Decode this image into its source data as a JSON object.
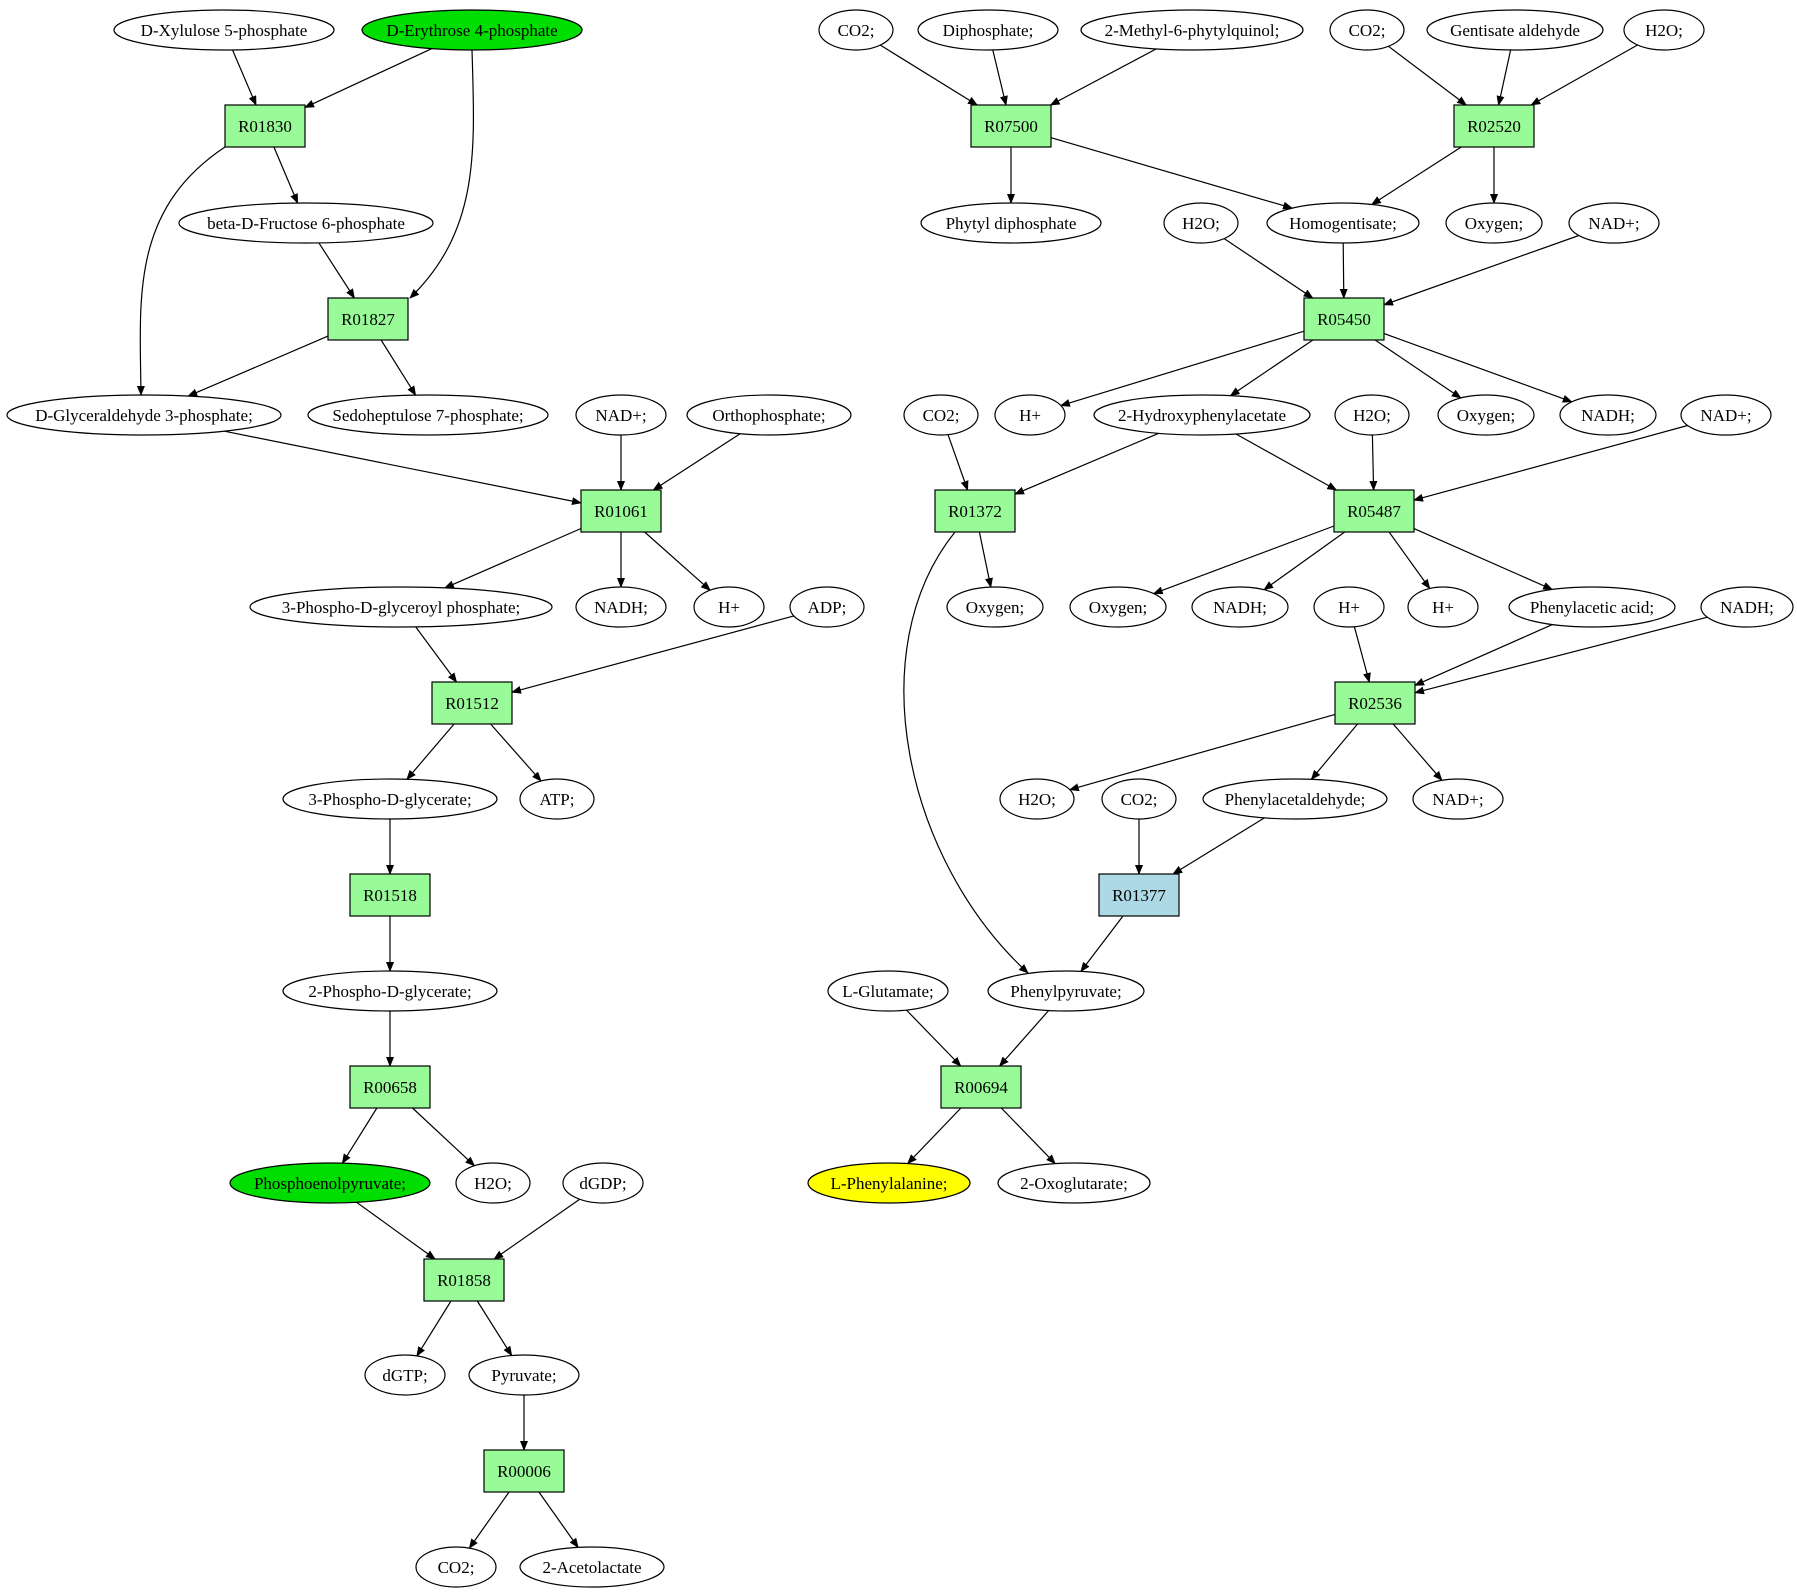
{
  "colors": {
    "reaction": "#98fb98",
    "reaction_alt": "#add8e6",
    "compound": "#ffffff",
    "highlight_green": "#00dd00",
    "highlight_yellow": "#ffff00"
  },
  "nodes": [
    {
      "id": "n1",
      "label": "D-Xylulose 5-phosphate",
      "kind": "compound"
    },
    {
      "id": "n2",
      "label": "D-Erythrose 4-phosphate",
      "kind": "compound",
      "color": "highlight_green"
    },
    {
      "id": "n3",
      "label": "R01830",
      "kind": "reaction"
    },
    {
      "id": "n4",
      "label": "beta-D-Fructose 6-phosphate",
      "kind": "compound"
    },
    {
      "id": "n5",
      "label": "R01827",
      "kind": "reaction"
    },
    {
      "id": "n6",
      "label": "D-Glyceraldehyde 3-phosphate;",
      "kind": "compound"
    },
    {
      "id": "n7",
      "label": "Sedoheptulose 7-phosphate;",
      "kind": "compound"
    },
    {
      "id": "n8",
      "label": "NAD+;",
      "kind": "compound"
    },
    {
      "id": "n9",
      "label": "Orthophosphate;",
      "kind": "compound"
    },
    {
      "id": "n10",
      "label": "R01061",
      "kind": "reaction"
    },
    {
      "id": "n11",
      "label": "3-Phospho-D-glyceroyl phosphate;",
      "kind": "compound"
    },
    {
      "id": "n12",
      "label": "NADH;",
      "kind": "compound"
    },
    {
      "id": "n13",
      "label": "H+",
      "kind": "compound"
    },
    {
      "id": "n14",
      "label": "ADP;",
      "kind": "compound"
    },
    {
      "id": "n15",
      "label": "R01512",
      "kind": "reaction"
    },
    {
      "id": "n16",
      "label": "3-Phospho-D-glycerate;",
      "kind": "compound"
    },
    {
      "id": "n17",
      "label": "ATP;",
      "kind": "compound"
    },
    {
      "id": "n18",
      "label": "R01518",
      "kind": "reaction"
    },
    {
      "id": "n19",
      "label": "2-Phospho-D-glycerate;",
      "kind": "compound"
    },
    {
      "id": "n20",
      "label": "R00658",
      "kind": "reaction"
    },
    {
      "id": "n21",
      "label": "Phosphoenolpyruvate;",
      "kind": "compound",
      "color": "highlight_green"
    },
    {
      "id": "n22",
      "label": "H2O;",
      "kind": "compound"
    },
    {
      "id": "n23",
      "label": "dGDP;",
      "kind": "compound"
    },
    {
      "id": "n24",
      "label": "R01858",
      "kind": "reaction"
    },
    {
      "id": "n25",
      "label": "dGTP;",
      "kind": "compound"
    },
    {
      "id": "n26",
      "label": "Pyruvate;",
      "kind": "compound"
    },
    {
      "id": "n27",
      "label": "R00006",
      "kind": "reaction"
    },
    {
      "id": "n28",
      "label": "CO2;",
      "kind": "compound"
    },
    {
      "id": "n29",
      "label": "2-Acetolactate",
      "kind": "compound"
    },
    {
      "id": "n30",
      "label": "CO2;",
      "kind": "compound"
    },
    {
      "id": "n31",
      "label": "Diphosphate;",
      "kind": "compound"
    },
    {
      "id": "n32",
      "label": "2-Methyl-6-phytylquinol;",
      "kind": "compound"
    },
    {
      "id": "n33",
      "label": "CO2;",
      "kind": "compound"
    },
    {
      "id": "n34",
      "label": "Gentisate aldehyde",
      "kind": "compound"
    },
    {
      "id": "n35",
      "label": "H2O;",
      "kind": "compound"
    },
    {
      "id": "n36",
      "label": "R07500",
      "kind": "reaction"
    },
    {
      "id": "n37",
      "label": "R02520",
      "kind": "reaction"
    },
    {
      "id": "n38",
      "label": "Phytyl diphosphate",
      "kind": "compound"
    },
    {
      "id": "n39",
      "label": "H2O;",
      "kind": "compound"
    },
    {
      "id": "n40",
      "label": "Homogentisate;",
      "kind": "compound"
    },
    {
      "id": "n41",
      "label": "Oxygen;",
      "kind": "compound"
    },
    {
      "id": "n42",
      "label": "NAD+;",
      "kind": "compound"
    },
    {
      "id": "n43",
      "label": "R05450",
      "kind": "reaction"
    },
    {
      "id": "n44",
      "label": "CO2;",
      "kind": "compound"
    },
    {
      "id": "n45",
      "label": "H+",
      "kind": "compound"
    },
    {
      "id": "n46",
      "label": "2-Hydroxyphenylacetate",
      "kind": "compound"
    },
    {
      "id": "n47",
      "label": "H2O;",
      "kind": "compound"
    },
    {
      "id": "n48",
      "label": "Oxygen;",
      "kind": "compound"
    },
    {
      "id": "n49",
      "label": "NADH;",
      "kind": "compound"
    },
    {
      "id": "n50",
      "label": "NAD+;",
      "kind": "compound"
    },
    {
      "id": "n51",
      "label": "R01372",
      "kind": "reaction"
    },
    {
      "id": "n52",
      "label": "R05487",
      "kind": "reaction"
    },
    {
      "id": "n53",
      "label": "Oxygen;",
      "kind": "compound"
    },
    {
      "id": "n54",
      "label": "Oxygen;",
      "kind": "compound"
    },
    {
      "id": "n55",
      "label": "NADH;",
      "kind": "compound"
    },
    {
      "id": "n56",
      "label": "H+",
      "kind": "compound"
    },
    {
      "id": "n57",
      "label": "H+",
      "kind": "compound"
    },
    {
      "id": "n58",
      "label": "Phenylacetic acid;",
      "kind": "compound"
    },
    {
      "id": "n59",
      "label": "NADH;",
      "kind": "compound"
    },
    {
      "id": "n60",
      "label": "R02536",
      "kind": "reaction"
    },
    {
      "id": "n61",
      "label": "H2O;",
      "kind": "compound"
    },
    {
      "id": "n62",
      "label": "CO2;",
      "kind": "compound"
    },
    {
      "id": "n63",
      "label": "Phenylacetaldehyde;",
      "kind": "compound"
    },
    {
      "id": "n64",
      "label": "NAD+;",
      "kind": "compound"
    },
    {
      "id": "n65",
      "label": "R01377",
      "kind": "reaction",
      "color": "reaction_alt"
    },
    {
      "id": "n66",
      "label": "L-Glutamate;",
      "kind": "compound"
    },
    {
      "id": "n67",
      "label": "Phenylpyruvate;",
      "kind": "compound"
    },
    {
      "id": "n68",
      "label": "R00694",
      "kind": "reaction"
    },
    {
      "id": "n69",
      "label": "L-Phenylalanine;",
      "kind": "compound",
      "color": "highlight_yellow"
    },
    {
      "id": "n70",
      "label": "2-Oxoglutarate;",
      "kind": "compound"
    }
  ],
  "edges": [
    [
      "n1",
      "n3"
    ],
    [
      "n2",
      "n3"
    ],
    [
      "n2",
      "n5"
    ],
    [
      "n3",
      "n4"
    ],
    [
      "n3",
      "n6"
    ],
    [
      "n4",
      "n5"
    ],
    [
      "n5",
      "n6"
    ],
    [
      "n5",
      "n7"
    ],
    [
      "n6",
      "n10"
    ],
    [
      "n8",
      "n10"
    ],
    [
      "n9",
      "n10"
    ],
    [
      "n10",
      "n11"
    ],
    [
      "n10",
      "n12"
    ],
    [
      "n10",
      "n13"
    ],
    [
      "n11",
      "n15"
    ],
    [
      "n14",
      "n15"
    ],
    [
      "n15",
      "n16"
    ],
    [
      "n15",
      "n17"
    ],
    [
      "n16",
      "n18"
    ],
    [
      "n18",
      "n19"
    ],
    [
      "n19",
      "n20"
    ],
    [
      "n20",
      "n21"
    ],
    [
      "n20",
      "n22"
    ],
    [
      "n21",
      "n24"
    ],
    [
      "n23",
      "n24"
    ],
    [
      "n24",
      "n25"
    ],
    [
      "n24",
      "n26"
    ],
    [
      "n26",
      "n27"
    ],
    [
      "n27",
      "n28"
    ],
    [
      "n27",
      "n29"
    ],
    [
      "n30",
      "n36"
    ],
    [
      "n31",
      "n36"
    ],
    [
      "n32",
      "n36"
    ],
    [
      "n36",
      "n38"
    ],
    [
      "n36",
      "n40"
    ],
    [
      "n33",
      "n37"
    ],
    [
      "n34",
      "n37"
    ],
    [
      "n35",
      "n37"
    ],
    [
      "n37",
      "n40"
    ],
    [
      "n37",
      "n41"
    ],
    [
      "n39",
      "n43"
    ],
    [
      "n40",
      "n43"
    ],
    [
      "n42",
      "n43"
    ],
    [
      "n43",
      "n45"
    ],
    [
      "n43",
      "n46"
    ],
    [
      "n43",
      "n48"
    ],
    [
      "n43",
      "n49"
    ],
    [
      "n44",
      "n51"
    ],
    [
      "n46",
      "n51"
    ],
    [
      "n46",
      "n52"
    ],
    [
      "n47",
      "n52"
    ],
    [
      "n50",
      "n52"
    ],
    [
      "n51",
      "n53"
    ],
    [
      "n51",
      "n67"
    ],
    [
      "n52",
      "n54"
    ],
    [
      "n52",
      "n55"
    ],
    [
      "n52",
      "n57"
    ],
    [
      "n52",
      "n58"
    ],
    [
      "n56",
      "n60"
    ],
    [
      "n58",
      "n60"
    ],
    [
      "n59",
      "n60"
    ],
    [
      "n60",
      "n61"
    ],
    [
      "n60",
      "n63"
    ],
    [
      "n60",
      "n64"
    ],
    [
      "n62",
      "n65"
    ],
    [
      "n63",
      "n65"
    ],
    [
      "n65",
      "n67"
    ],
    [
      "n66",
      "n68"
    ],
    [
      "n67",
      "n68"
    ],
    [
      "n68",
      "n69"
    ],
    [
      "n68",
      "n70"
    ]
  ]
}
